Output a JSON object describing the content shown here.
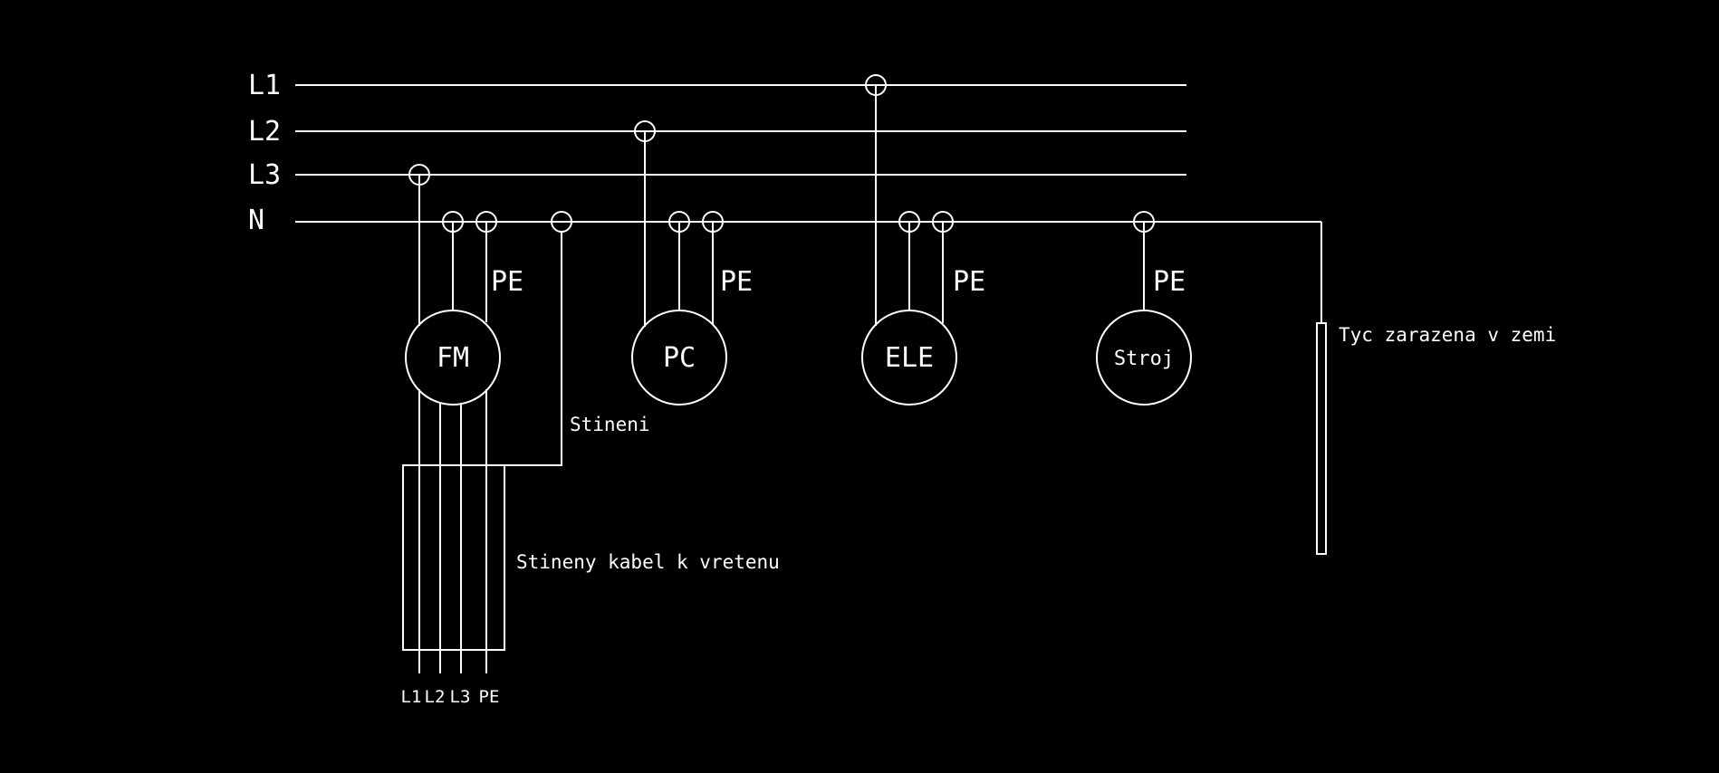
{
  "colors": {
    "background": "#000000",
    "line": "#ffffff"
  },
  "buses": {
    "l1": "L1",
    "l2": "L2",
    "l3": "L3",
    "n": "N"
  },
  "devices": {
    "fm": "FM",
    "pc": "PC",
    "ele": "ELE",
    "stroj": "Stroj"
  },
  "pe_label": "PE",
  "labels": {
    "ground_rod": "Tyc zarazena v zemi",
    "shielding": "Stineni",
    "shielded_cable": "Stineny kabel k vretenu"
  },
  "cable_terminals": [
    "L1",
    "L2",
    "L3",
    "PE"
  ]
}
